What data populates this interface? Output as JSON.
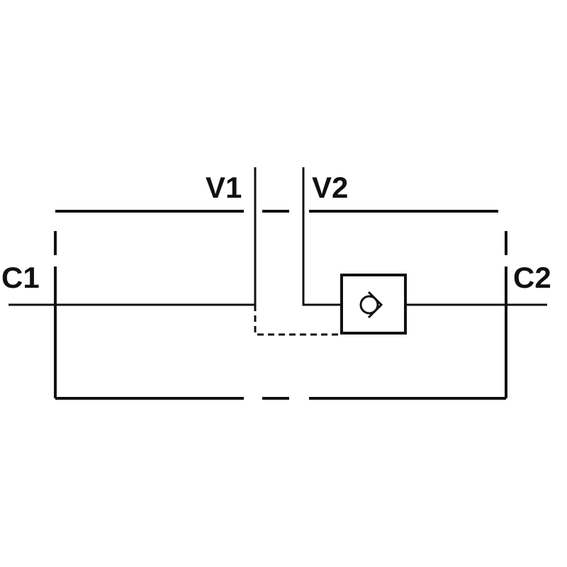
{
  "ports": {
    "v1": "V1",
    "v2": "V2",
    "c1": "C1",
    "c2": "C2"
  },
  "colors": {
    "line": "#111111",
    "background": "#ffffff"
  }
}
